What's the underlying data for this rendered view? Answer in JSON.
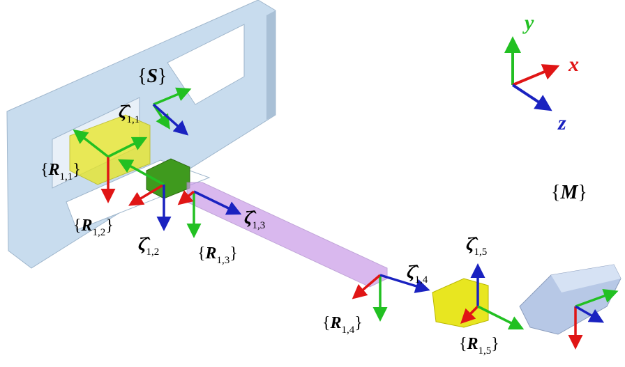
{
  "frames": {
    "S": {
      "symbol": "S",
      "sub": ""
    },
    "R11": {
      "symbol": "R",
      "sub": "1,1"
    },
    "R12": {
      "symbol": "R",
      "sub": "1,2"
    },
    "R13": {
      "symbol": "R",
      "sub": "1,3"
    },
    "R14": {
      "symbol": "R",
      "sub": "1,4"
    },
    "R15": {
      "symbol": "R",
      "sub": "1,5"
    },
    "M": {
      "symbol": "M",
      "sub": ""
    }
  },
  "joints": {
    "z11": {
      "symbol": "ζ̂",
      "sub": "1,1"
    },
    "z12": {
      "symbol": "ζ̂",
      "sub": "1,2"
    },
    "z13": {
      "symbol": "ζ̂",
      "sub": "1,3"
    },
    "z14": {
      "symbol": "ζ̂",
      "sub": "1,4"
    },
    "z15": {
      "symbol": "ζ̂",
      "sub": "1,5"
    }
  },
  "axes": {
    "x": "x",
    "y": "y",
    "z": "z"
  },
  "colors": {
    "x": "#e01515",
    "y": "#22c022",
    "z": "#1a22c0",
    "plate": "#c8dcee",
    "yellow": "#e8e620",
    "green": "#3f9a1e",
    "purple": "#c99be8"
  }
}
